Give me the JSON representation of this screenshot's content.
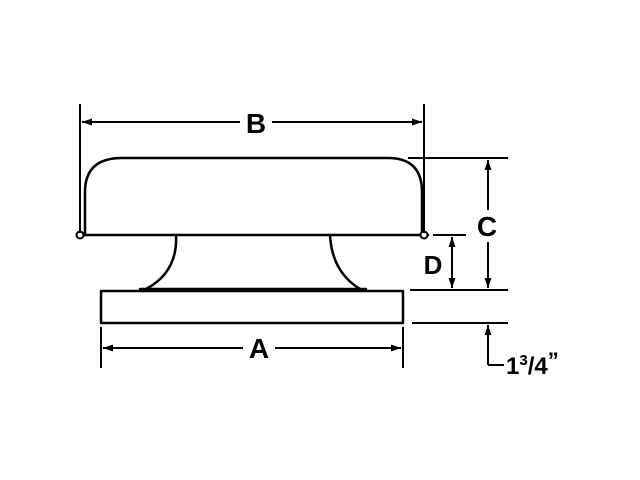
{
  "labels": {
    "a": "A",
    "b": "B",
    "c": "C",
    "d": "D",
    "base_height_whole": "1",
    "base_height_num": "3",
    "base_height_slash": "/",
    "base_height_den": "4",
    "base_height_unit": "”"
  }
}
